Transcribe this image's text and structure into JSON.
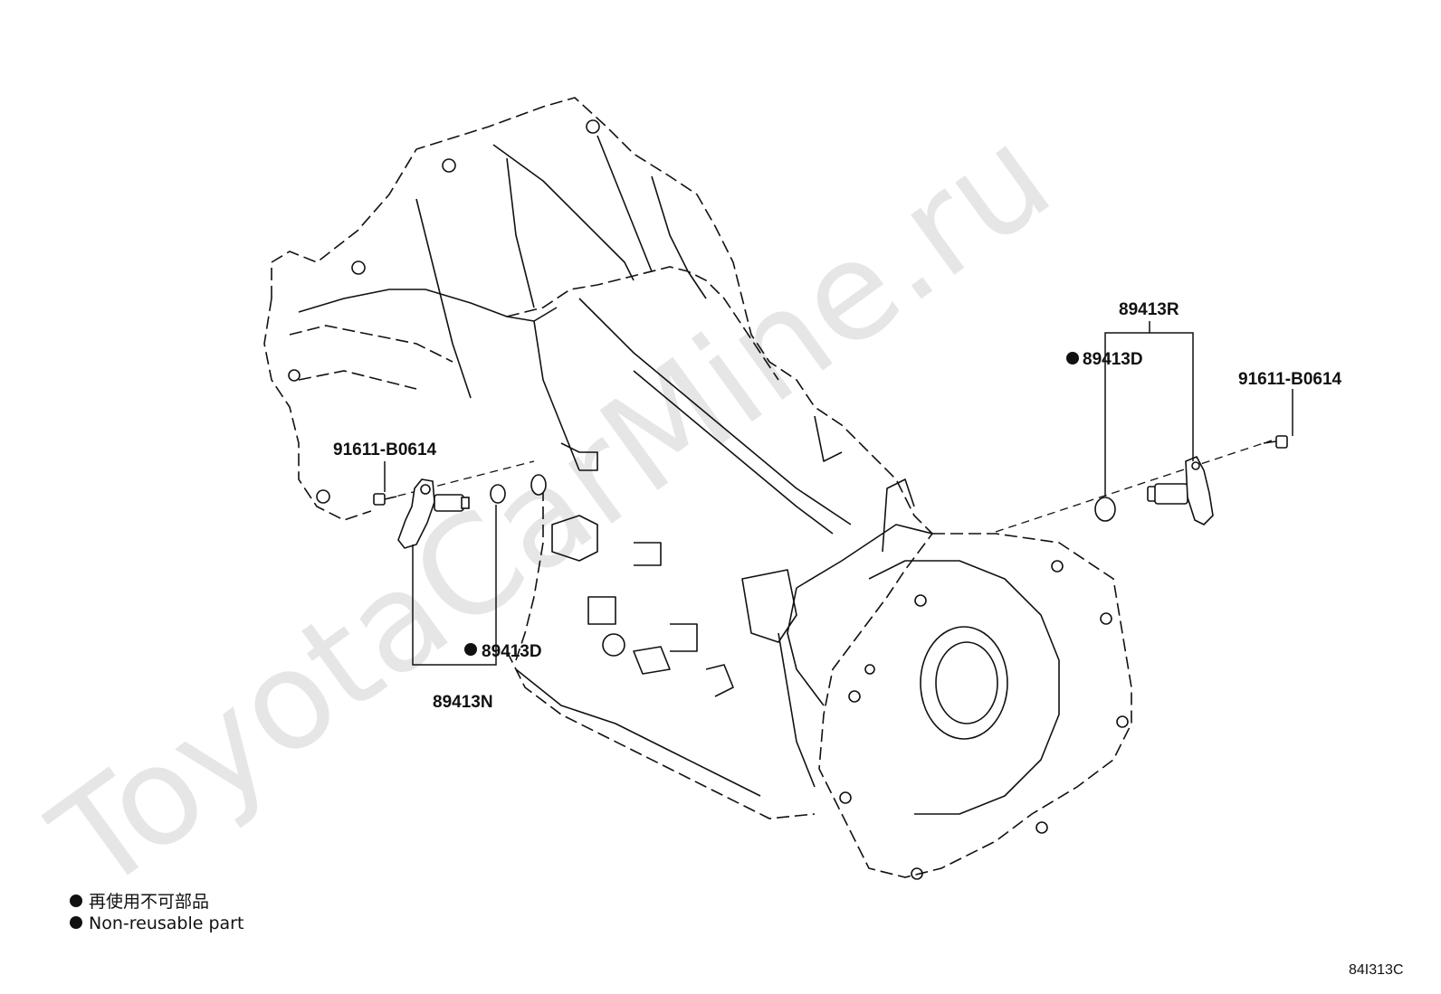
{
  "watermark": "ToyotaCarMine.ru",
  "labels": {
    "left_bolt": "91611-B0614",
    "left_oring": "89413D",
    "left_sensor": "89413N",
    "right_sensor": "89413R",
    "right_oring": "89413D",
    "right_bolt": "91611-B0614"
  },
  "legend": {
    "line_japanese": "再使用不可部品",
    "line_english": "Non-reusable part"
  },
  "diagram_code": "84I313C"
}
